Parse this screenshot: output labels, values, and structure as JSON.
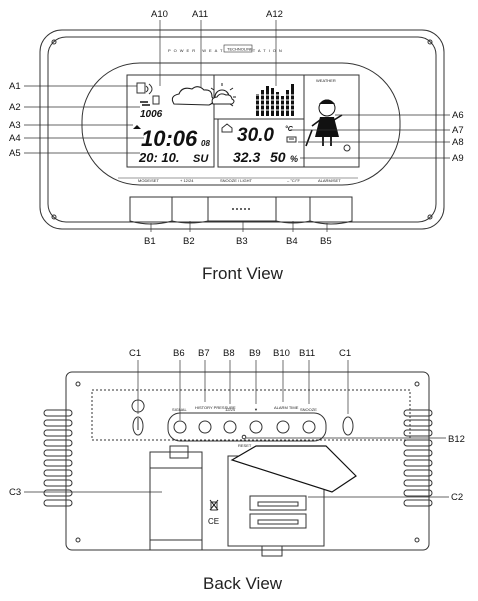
{
  "front": {
    "title": "Front View",
    "brand_text": "POWER WEATHER STATION",
    "brand_logo": "TECHNOLINE",
    "labels": {
      "A1": "A1",
      "A2": "A2",
      "A3": "A3",
      "A4": "A4",
      "A5": "A5",
      "A6": "A6",
      "A7": "A7",
      "A8": "A8",
      "A9": "A9",
      "A10": "A10",
      "A11": "A11",
      "A12": "A12",
      "B1": "B1",
      "B2": "B2",
      "B3": "B3",
      "B4": "B4",
      "B5": "B5"
    },
    "lcd": {
      "pressure": "1006",
      "time": "10:06",
      "seconds": "08",
      "date": "20: 10.",
      "weekday": "SU",
      "temp_in": "30.0",
      "temp_unit": "°C",
      "temp_out": "32.3",
      "hum_out": "50",
      "hum_unit": "%",
      "tendency_label": "WEATHER"
    },
    "buttons": {
      "b1": "MODE/SET",
      "b2": "+ 12/24",
      "b3": "SNOOZE / LIGHT",
      "b4": "– °C/°F",
      "b5": "ALARM/SET"
    }
  },
  "back": {
    "title": "Back View",
    "labels": {
      "C1": "C1",
      "C1b": "C1",
      "C2": "C2",
      "C3": "C3",
      "B6": "B6",
      "B7": "B7",
      "B8": "B8",
      "B9": "B9",
      "B10": "B10",
      "B11": "B11",
      "B12": "B12"
    },
    "buttons": {
      "b6": "SIGNAL",
      "b7": "HISTORY PRESSURE",
      "b8": "12/24",
      "b9": "▼",
      "b10": "ALARM TIME",
      "b11": "SNOOZE",
      "b12": "RESET"
    }
  }
}
